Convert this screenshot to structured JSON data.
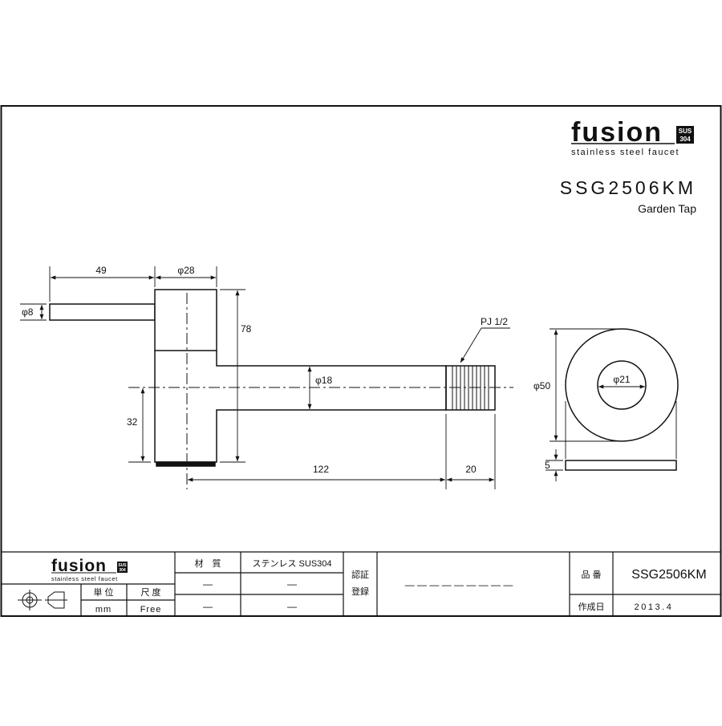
{
  "brand": {
    "name": "fusion",
    "badge_top": "SUS",
    "badge_bottom": "304",
    "tagline": "stainless steel faucet"
  },
  "product": {
    "model": "SSG2506KM",
    "description": "Garden Tap"
  },
  "dimensions": {
    "handle_length": "49",
    "handle_diameter": "φ8",
    "body_diameter": "φ28",
    "body_height": "78",
    "spout_diameter": "φ18",
    "axis_height": "32",
    "spout_length": "122",
    "thread_length": "20",
    "thread_label": "PJ 1/2",
    "flange_outer": "φ50",
    "flange_inner": "φ21",
    "flange_thickness": "5"
  },
  "title_block": {
    "material_label": "材　質",
    "material_value": "ステンレス SUS304",
    "dash": "—",
    "approval_label_1": "認証",
    "approval_label_2": "登録",
    "approval_value": "— — — — — — — — —",
    "unit_label": "単 位",
    "unit_value": "mm",
    "scale_label": "尺 度",
    "scale_value": "Free",
    "part_no_label": "品 番",
    "part_no_value": "SSG2506KM",
    "date_label": "作成日",
    "date_value": "2013.4"
  }
}
